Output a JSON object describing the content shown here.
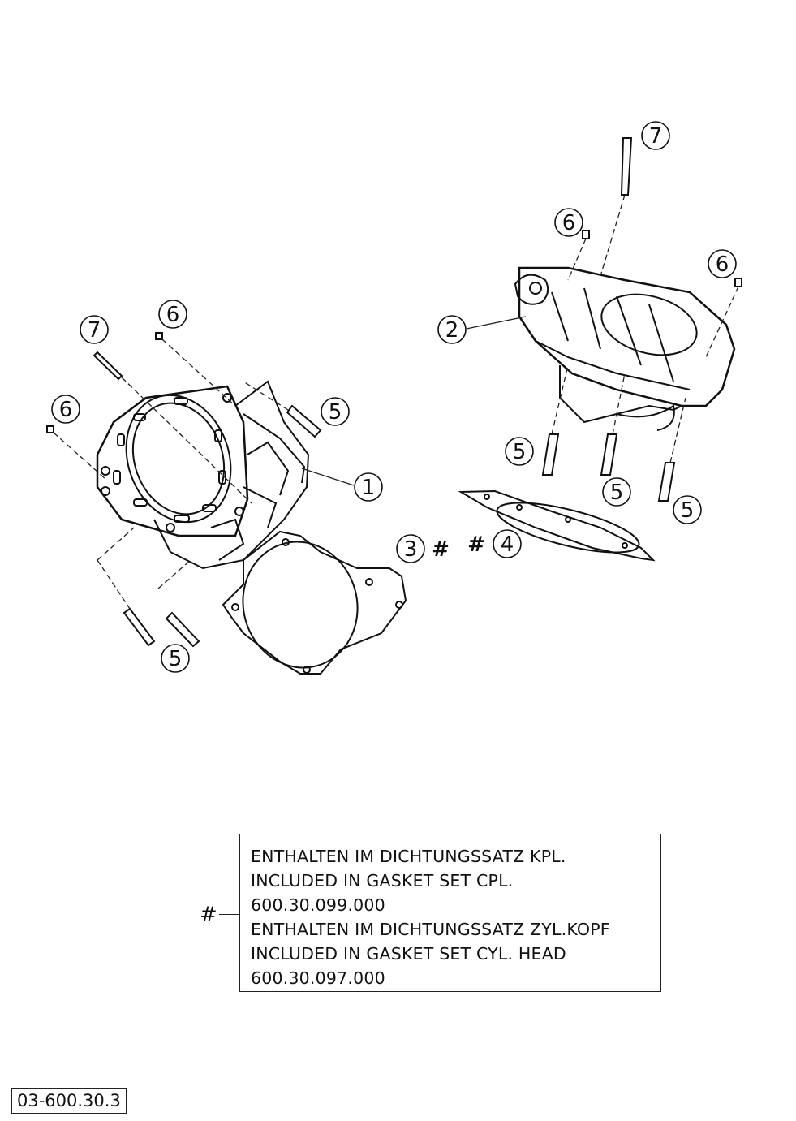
{
  "callouts": {
    "c1": "1",
    "c2": "2",
    "c3": "3",
    "c4": "4",
    "c5": "5",
    "c6": "6",
    "c7": "7"
  },
  "hash_mark": "#",
  "legend": {
    "lines": [
      "ENTHALTEN IM DICHTUNGSSATZ KPL.",
      "INCLUDED IN GASKET SET CPL.",
      "600.30.099.000",
      "ENTHALTEN IM DICHTUNGSSATZ ZYL.KOPF",
      "INCLUDED IN GASKET SET CYL. HEAD",
      "600.30.097.000"
    ]
  },
  "diagram_code": "03-600.30.3"
}
